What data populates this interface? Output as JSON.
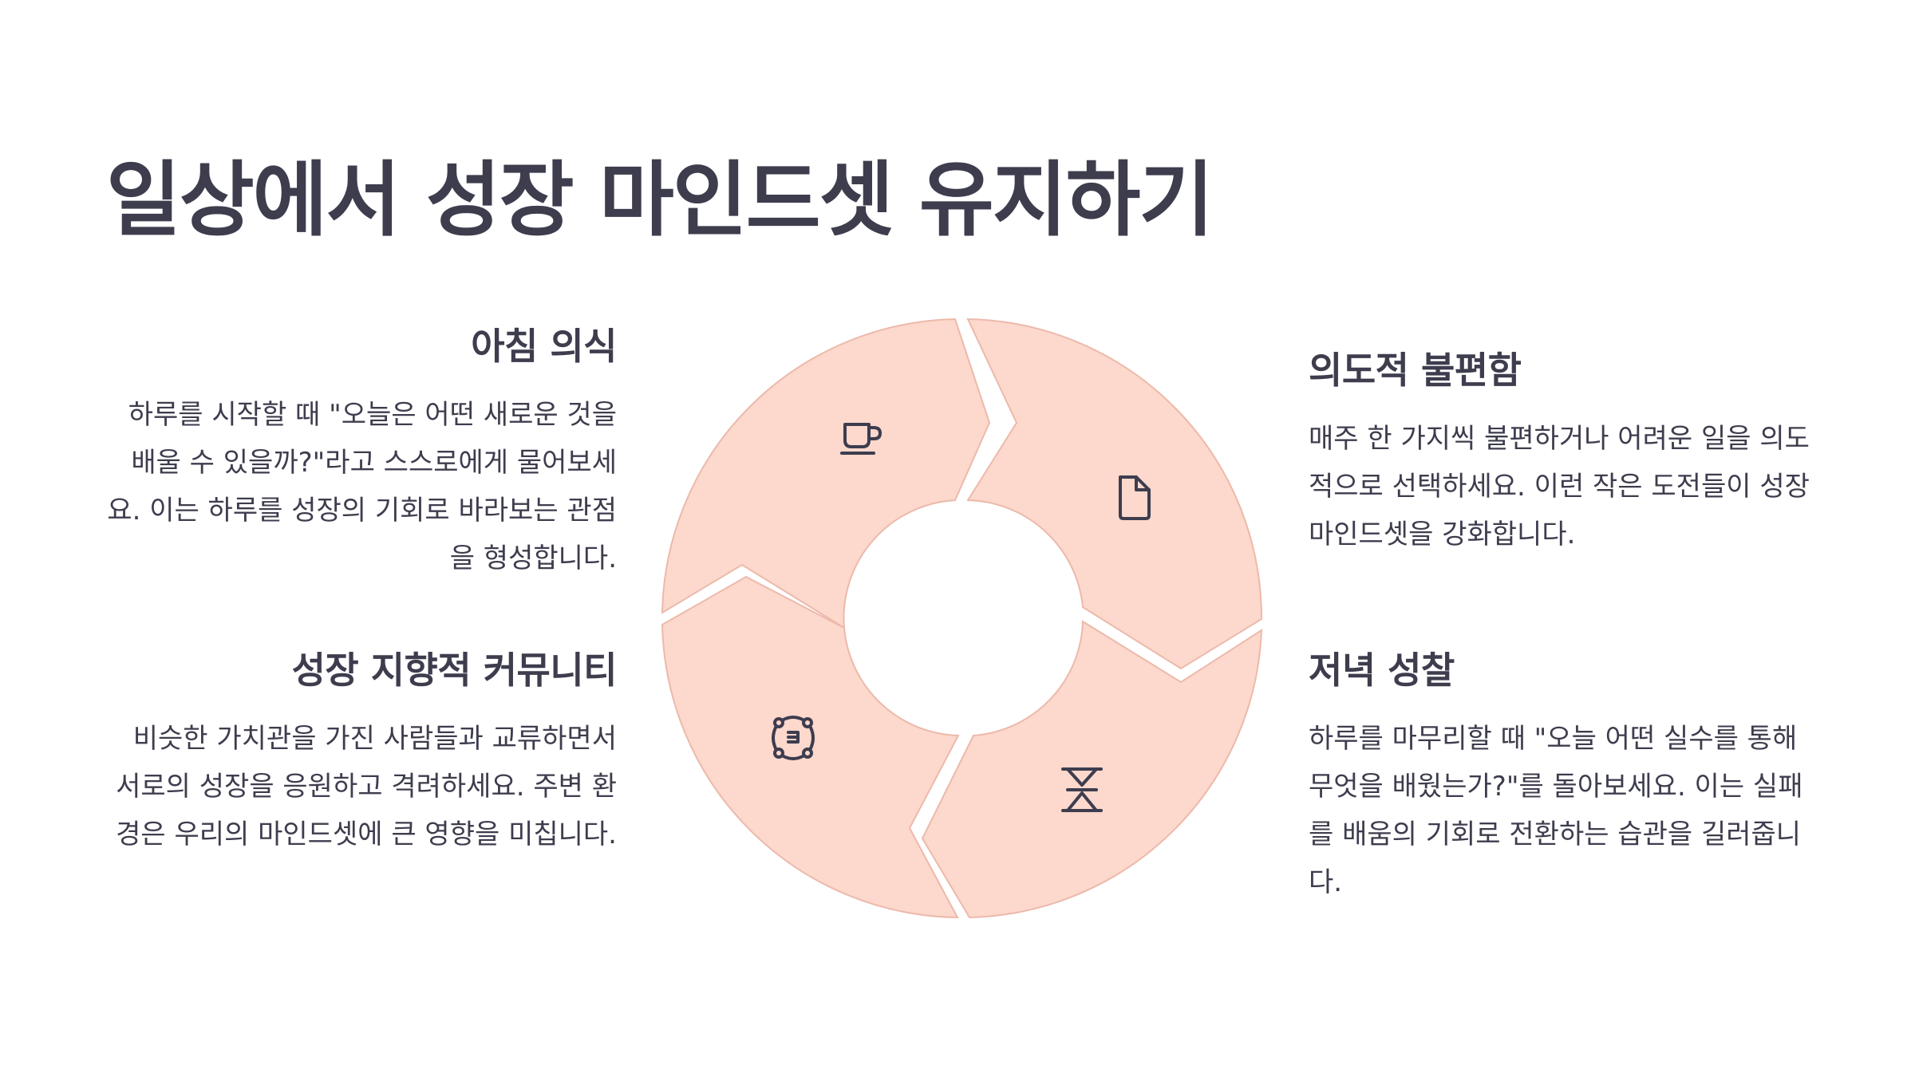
{
  "title": "일상에서 성장 마인드셋 유지하기",
  "sections": {
    "morning": {
      "heading": "아침 의식",
      "body": "하루를 시작할 때 \"오늘은 어떤 새로운 것을 배울 수 있을까?\"라고 스스로에게 물어보세요. 이는 하루를 성장의 기회로 바라보는 관점을 형성합니다.",
      "icon": "coffee-cup-icon"
    },
    "discomfort": {
      "heading": "의도적 불편함",
      "body": "매주 한 가지씩 불편하거나 어려운 일을 의도적으로 선택하세요. 이런 작은 도전들이 성장 마인드셋을 강화합니다.",
      "icon": "document-icon"
    },
    "evening": {
      "heading": "저녁 성찰",
      "body": "하루를 마무리할 때 \"오늘 어떤 실수를 통해 무엇을 배웠는가?\"를 돌아보세요. 이는 실패를 배움의 기회로 전환하는 습관을 길러줍니다.",
      "icon": "hourglass-icon"
    },
    "community": {
      "heading": "성장 지향적 커뮤니티",
      "body": "비슷한 가치관을 가진 사람들과 교류하면서 서로의 성장을 응원하고 격려하세요. 주변 환경은 우리의 마인드셋에 큰 영향을 미칩니다.",
      "icon": "people-network-icon"
    }
  },
  "colors": {
    "text": "#3d3d4e",
    "segment_fill": "#fdd8cc",
    "segment_stroke": "#ecb9ab",
    "background": "#ffffff"
  }
}
